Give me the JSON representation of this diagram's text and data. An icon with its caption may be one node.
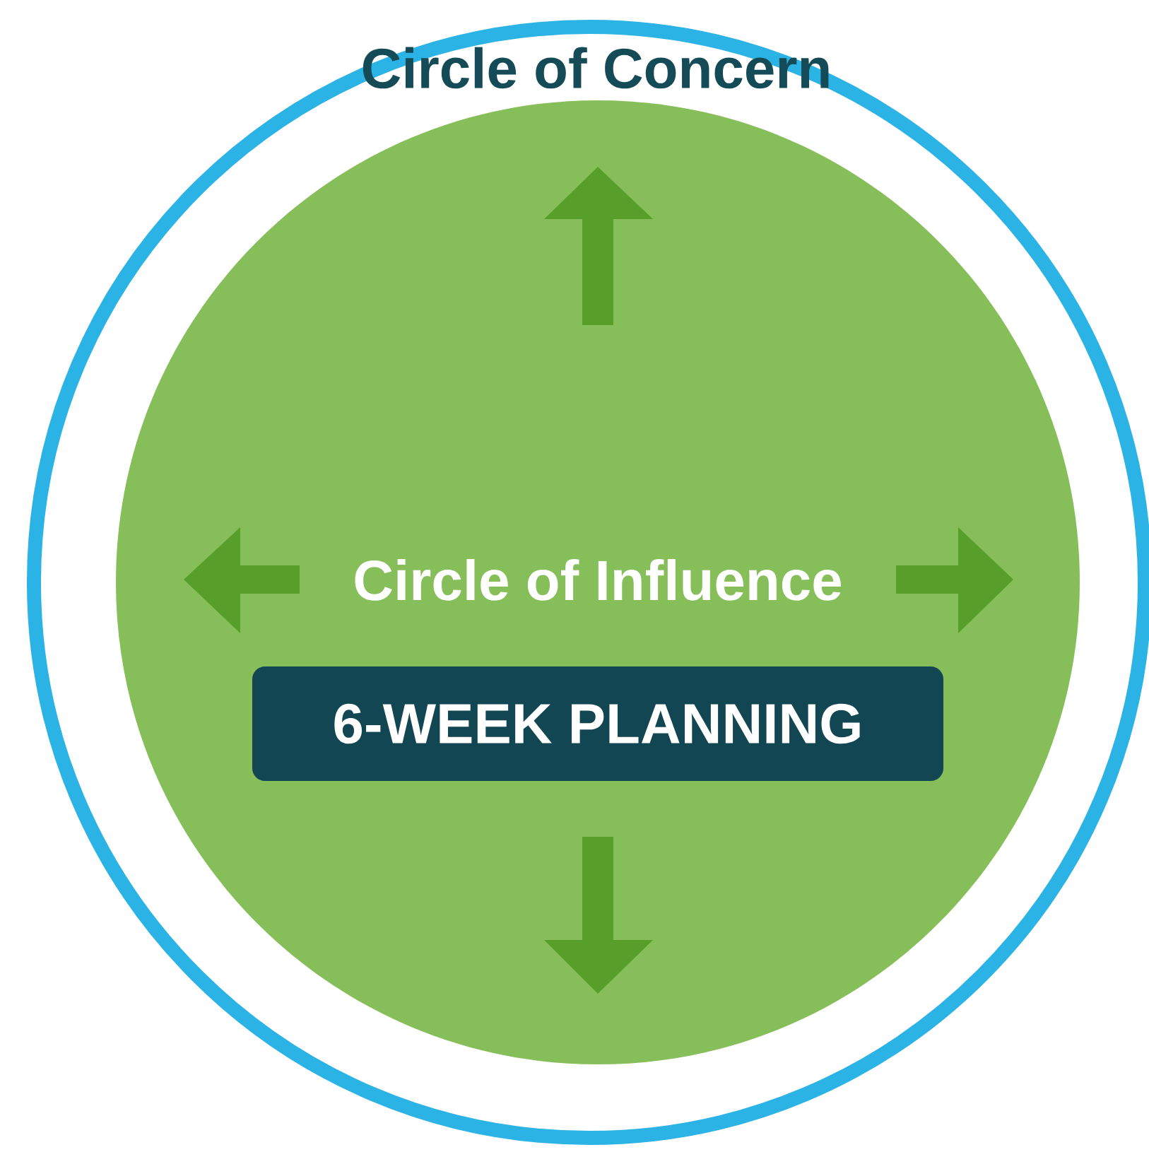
{
  "diagram": {
    "nodes": [
      {
        "text": [
          "Circle of Concern"
        ]
      },
      {
        "text": [
          "Circle of Influence"
        ],
        "in": 0
      },
      {
        "text": [
          "6-WEEK PLANNING"
        ],
        "in": 1
      }
    ]
  }
}
